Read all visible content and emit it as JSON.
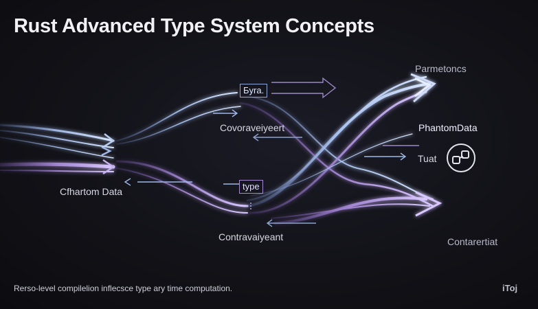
{
  "title": "Rust Advanced Type System Concepts",
  "labels": {
    "parametonics": "Parmetoncs",
    "phantom_right": "PhantomData",
    "tuat": "Tuat",
    "covariant": "Covoraveiyeert",
    "phantom_left": "Cfhartom Data",
    "contravariant": "Contravaiyeant",
    "contarertiat": "Contarertiat"
  },
  "boxes": {
    "top": "Бyra.",
    "type": "type"
  },
  "caption": "Rerso-level compilelion inflecsce type ary time computation.",
  "logo": "iToj",
  "icons": [
    "swap-icon"
  ],
  "colors": {
    "background": "#121218",
    "blue_stream": "#9fb8e8",
    "purple_stream": "#a48ad6"
  }
}
